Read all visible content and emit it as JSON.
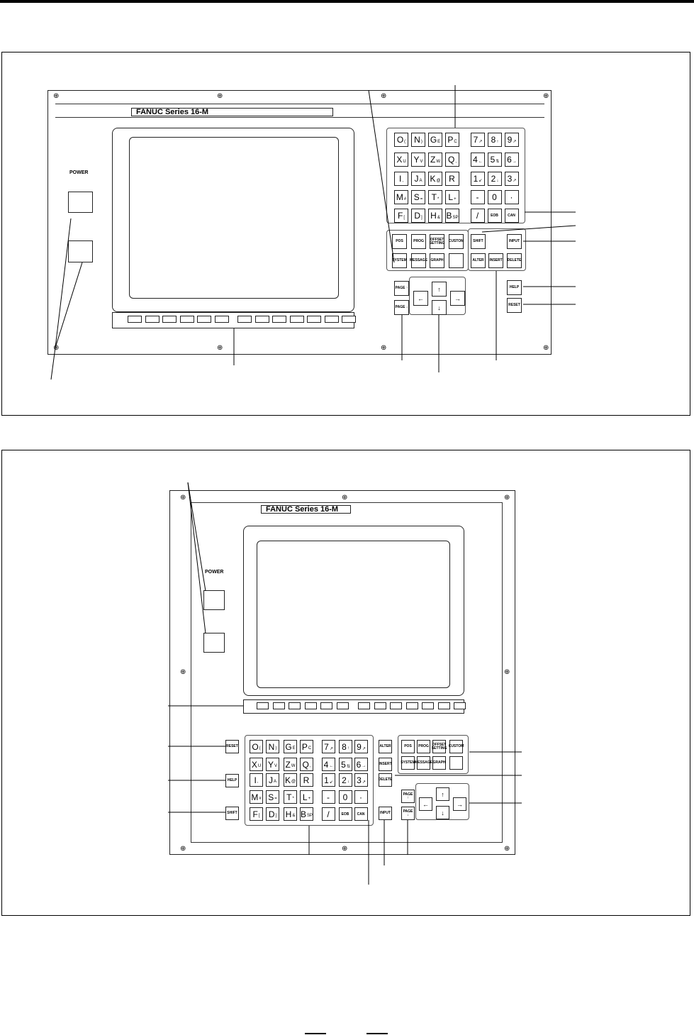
{
  "panel_title": "FANUC Series 16-M",
  "power_label": "POWER",
  "address_keys": [
    [
      [
        "O",
        "("
      ],
      [
        "N",
        ")"
      ],
      [
        "G",
        "E"
      ],
      [
        "P",
        "C"
      ]
    ],
    [
      [
        "X",
        "U"
      ],
      [
        "Y",
        "V"
      ],
      [
        "Z",
        "W"
      ],
      [
        "Q",
        ","
      ]
    ],
    [
      [
        "I",
        ","
      ],
      [
        "J",
        "A"
      ],
      [
        "K",
        "@"
      ],
      [
        "R",
        ""
      ]
    ],
    [
      [
        "M",
        "#"
      ],
      [
        "S",
        "="
      ],
      [
        "T",
        "*"
      ],
      [
        "L",
        "+"
      ]
    ],
    [
      [
        "F",
        "["
      ],
      [
        "D",
        "]"
      ],
      [
        "H",
        "&"
      ],
      [
        "B",
        "SP"
      ]
    ]
  ],
  "numeric_keys": [
    [
      [
        "7",
        "↗"
      ],
      [
        "8",
        "↑"
      ],
      [
        "9",
        "↗"
      ]
    ],
    [
      [
        "4",
        "←"
      ],
      [
        "5",
        "⇅"
      ],
      [
        "6",
        "→"
      ]
    ],
    [
      [
        "1",
        "↙"
      ],
      [
        "2",
        "↓"
      ],
      [
        "3",
        "↗"
      ]
    ],
    [
      [
        "-",
        ""
      ],
      [
        "0",
        ""
      ],
      [
        "·",
        ""
      ]
    ],
    [
      [
        "/",
        ""
      ],
      [
        "EOB",
        ""
      ],
      [
        "CAN",
        ""
      ]
    ]
  ],
  "function_keys": [
    [
      "POS",
      "PROG",
      "OFFSET SETTING",
      "CUSTOM"
    ],
    [
      "SYSTEM",
      "MESSAGE",
      "GRAPH",
      ""
    ]
  ],
  "edit_keys": {
    "shift": "SHIFT",
    "input": "INPUT",
    "alter": "ALTER",
    "insert": "INSERT",
    "delete": "DELETE",
    "help": "HELP",
    "reset": "RESET"
  },
  "page_keys": {
    "up": "PAGE ↑",
    "down": "PAGE ↓"
  },
  "cursor_keys": {
    "left": "←",
    "up": "↑",
    "down": "↓",
    "right": "→"
  },
  "soft_key_count": 13
}
